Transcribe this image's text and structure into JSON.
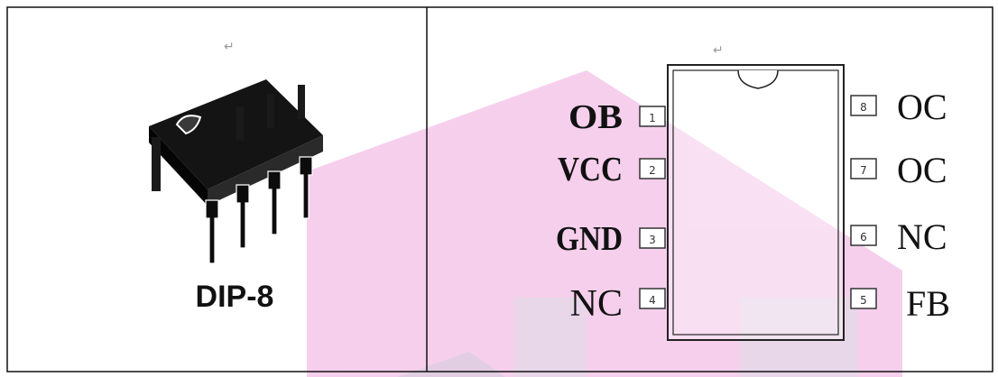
{
  "table": {
    "left_cell": {
      "package_name": "DIP-8",
      "paragraph_mark": "↵"
    },
    "right_cell": {
      "paragraph_mark": "↵",
      "pins_left": [
        {
          "number": "1",
          "label": "OB"
        },
        {
          "number": "2",
          "label": "VCC"
        },
        {
          "number": "3",
          "label": "GND"
        },
        {
          "number": "4",
          "label": "NC"
        }
      ],
      "pins_right": [
        {
          "number": "8",
          "label": "OC"
        },
        {
          "number": "7",
          "label": "OC"
        },
        {
          "number": "6",
          "label": "NC"
        },
        {
          "number": "5",
          "label": "FB"
        }
      ]
    }
  },
  "colors": {
    "watermark_pink": "#f2bde6",
    "watermark_mauve": "#d8bcd8",
    "line": "#111111"
  }
}
